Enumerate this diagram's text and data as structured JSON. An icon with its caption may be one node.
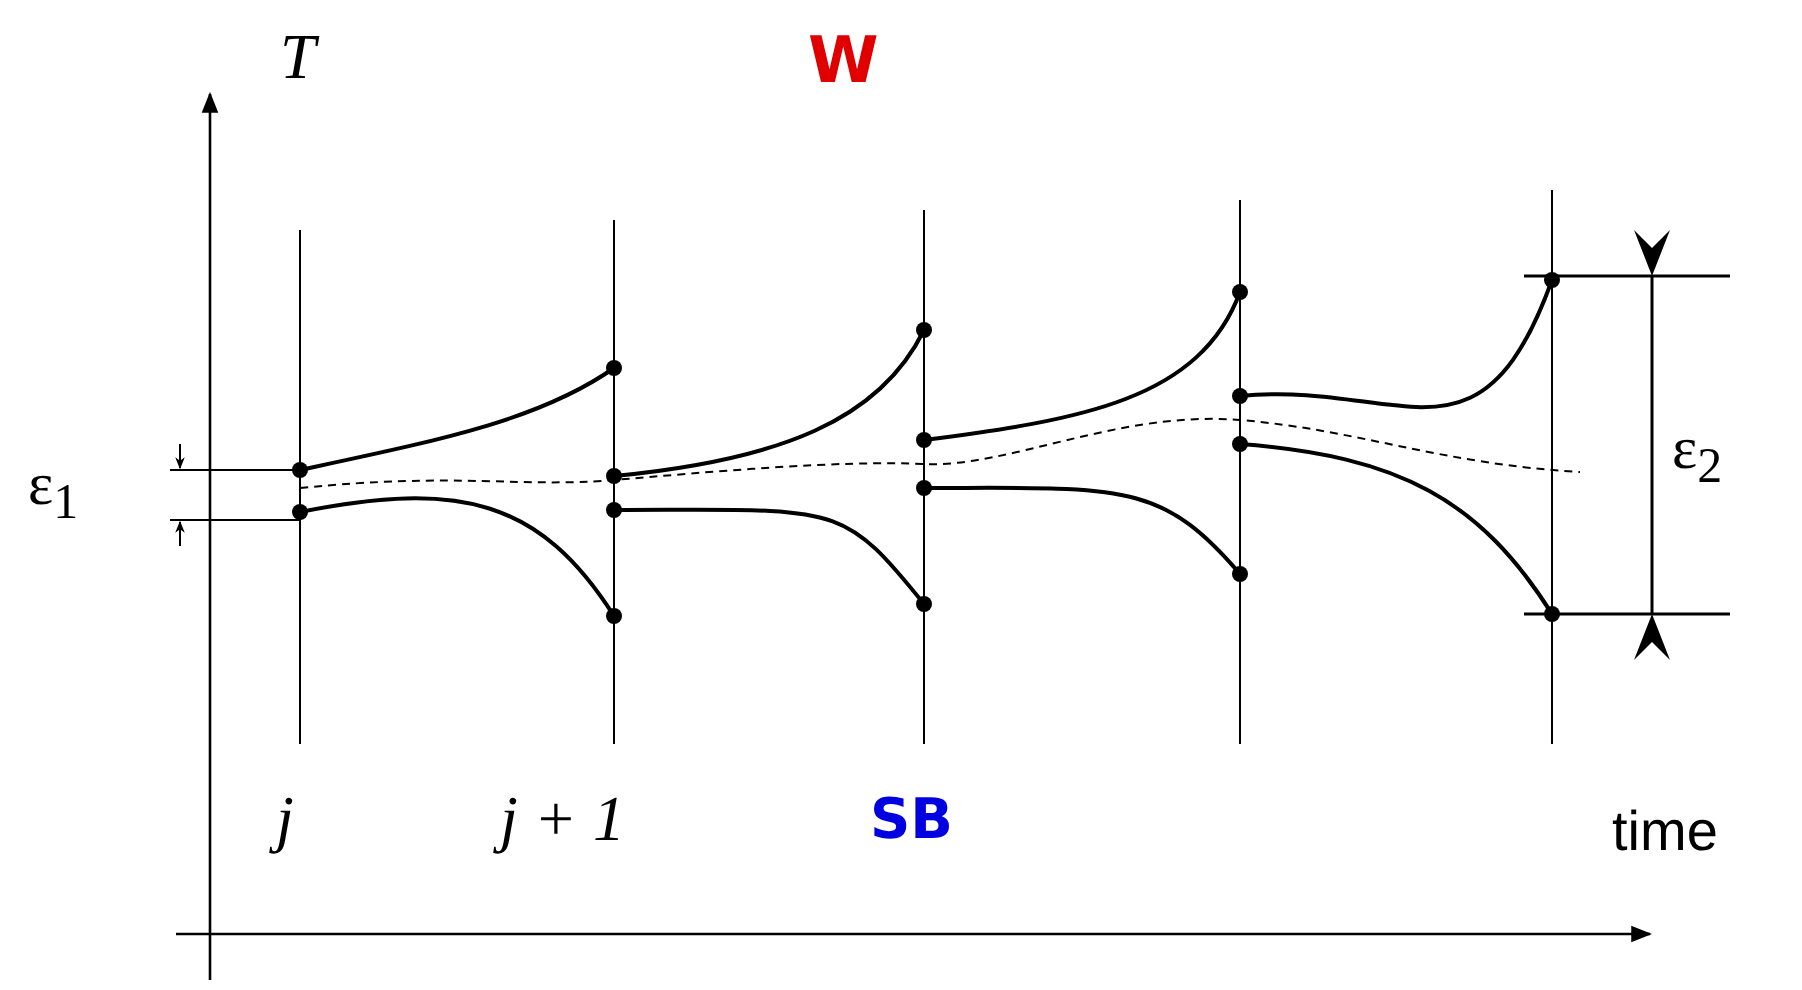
{
  "diagram": {
    "labels": [
      "T",
      "W",
      "ε$_{1}$",
      "ε$_{2}$",
      "j",
      "j + 1",
      "SB",
      "time"
    ]
  }
}
